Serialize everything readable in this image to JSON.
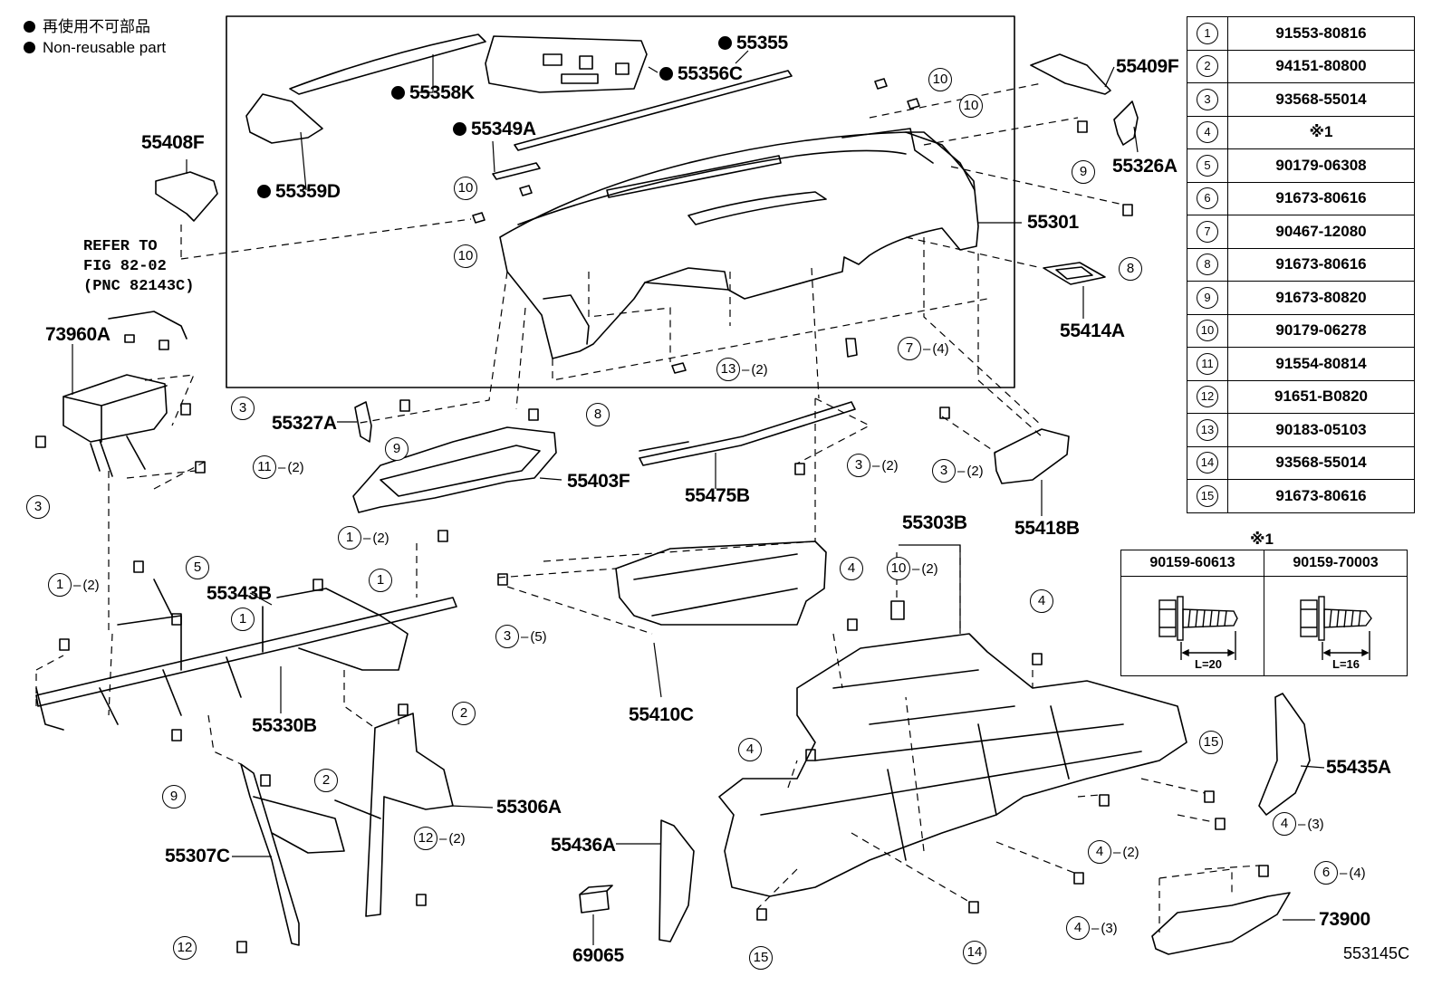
{
  "legend": {
    "line1": "再使用不可部品",
    "line2": "Non-reusable part"
  },
  "refer": {
    "line1": "REFER TO",
    "line2": "FIG 82-02",
    "line3": "(PNC 82143C)"
  },
  "drawing_code": "553145C",
  "part_labels": [
    {
      "text": "55355",
      "dot": true
    },
    {
      "text": "55356C",
      "dot": true
    },
    {
      "text": "55358K",
      "dot": true
    },
    {
      "text": "55349A",
      "dot": true
    },
    {
      "text": "55359D",
      "dot": true
    },
    {
      "text": "55408F",
      "dot": false
    },
    {
      "text": "55409F",
      "dot": false
    },
    {
      "text": "55326A",
      "dot": false
    },
    {
      "text": "55301",
      "dot": false
    },
    {
      "text": "55414A",
      "dot": false
    },
    {
      "text": "73960A",
      "dot": false
    },
    {
      "text": "55327A",
      "dot": false
    },
    {
      "text": "55403F",
      "dot": false
    },
    {
      "text": "55475B",
      "dot": false
    },
    {
      "text": "55418B",
      "dot": false
    },
    {
      "text": "55303B",
      "dot": false
    },
    {
      "text": "55343B",
      "dot": false
    },
    {
      "text": "55330B",
      "dot": false
    },
    {
      "text": "55410C",
      "dot": false
    },
    {
      "text": "55306A",
      "dot": false
    },
    {
      "text": "55307C",
      "dot": false
    },
    {
      "text": "55436A",
      "dot": false
    },
    {
      "text": "69065",
      "dot": false
    },
    {
      "text": "55435A",
      "dot": false
    },
    {
      "text": "73900",
      "dot": false
    }
  ],
  "callouts": [
    {
      "n": "10",
      "q": ""
    },
    {
      "n": "10",
      "q": ""
    },
    {
      "n": "10",
      "q": ""
    },
    {
      "n": "10",
      "q": ""
    },
    {
      "n": "9",
      "q": ""
    },
    {
      "n": "8",
      "q": ""
    },
    {
      "n": "7",
      "q": "(4)"
    },
    {
      "n": "13",
      "q": "(2)"
    },
    {
      "n": "3",
      "q": ""
    },
    {
      "n": "3",
      "q": ""
    },
    {
      "n": "11",
      "q": "(2)"
    },
    {
      "n": "9",
      "q": ""
    },
    {
      "n": "8",
      "q": ""
    },
    {
      "n": "3",
      "q": "(2)"
    },
    {
      "n": "3",
      "q": "(2)"
    },
    {
      "n": "1",
      "q": "(2)"
    },
    {
      "n": "5",
      "q": ""
    },
    {
      "n": "1",
      "q": ""
    },
    {
      "n": "1",
      "q": ""
    },
    {
      "n": "1",
      "q": "(2)"
    },
    {
      "n": "3",
      "q": "(5)"
    },
    {
      "n": "4",
      "q": ""
    },
    {
      "n": "10",
      "q": "(2)"
    },
    {
      "n": "4",
      "q": ""
    },
    {
      "n": "2",
      "q": ""
    },
    {
      "n": "9",
      "q": ""
    },
    {
      "n": "2",
      "q": ""
    },
    {
      "n": "12",
      "q": "(2)"
    },
    {
      "n": "12",
      "q": ""
    },
    {
      "n": "4",
      "q": ""
    },
    {
      "n": "15",
      "q": ""
    },
    {
      "n": "4",
      "q": "(3)"
    },
    {
      "n": "4",
      "q": "(2)"
    },
    {
      "n": "6",
      "q": "(4)"
    },
    {
      "n": "4",
      "q": "(3)"
    },
    {
      "n": "15",
      "q": ""
    },
    {
      "n": "14",
      "q": ""
    }
  ],
  "parts_table": [
    {
      "ref": "1",
      "part": "91553-80816"
    },
    {
      "ref": "2",
      "part": "94151-80800"
    },
    {
      "ref": "3",
      "part": "93568-55014"
    },
    {
      "ref": "4",
      "part": "※1"
    },
    {
      "ref": "5",
      "part": "90179-06308"
    },
    {
      "ref": "6",
      "part": "91673-80616"
    },
    {
      "ref": "7",
      "part": "90467-12080"
    },
    {
      "ref": "8",
      "part": "91673-80616"
    },
    {
      "ref": "9",
      "part": "91673-80820"
    },
    {
      "ref": "10",
      "part": "90179-06278"
    },
    {
      "ref": "11",
      "part": "91554-80814"
    },
    {
      "ref": "12",
      "part": "91651-B0820"
    },
    {
      "ref": "13",
      "part": "90183-05103"
    },
    {
      "ref": "14",
      "part": "93568-55014"
    },
    {
      "ref": "15",
      "part": "91673-80616"
    }
  ],
  "note": {
    "mark": "※1",
    "bolts": [
      {
        "part": "90159-60613",
        "length": "L=20"
      },
      {
        "part": "90159-70003",
        "length": "L=16"
      }
    ]
  }
}
